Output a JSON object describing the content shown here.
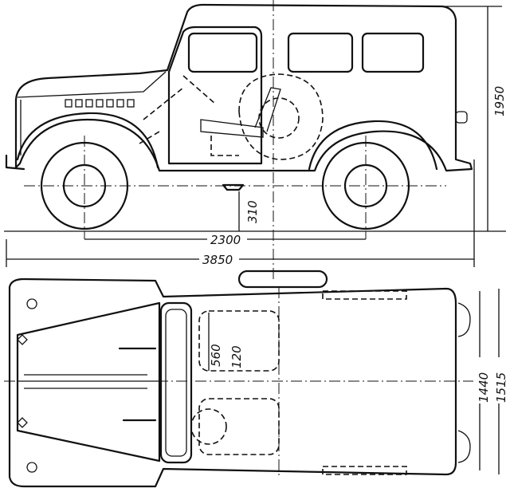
{
  "title": "Vehicle dimensional drawing (side and top view)",
  "side_view": {
    "dimensions": {
      "height": "1950",
      "ground_clearance": "310",
      "wheelbase": "2300",
      "overall_length": "3850"
    }
  },
  "top_view": {
    "dimensions": {
      "seat_depth": "560",
      "seat_offset": "120",
      "track": "1440",
      "overall_width": "1515"
    }
  },
  "colors": {
    "ink": "#111111",
    "paper": "#ffffff"
  }
}
